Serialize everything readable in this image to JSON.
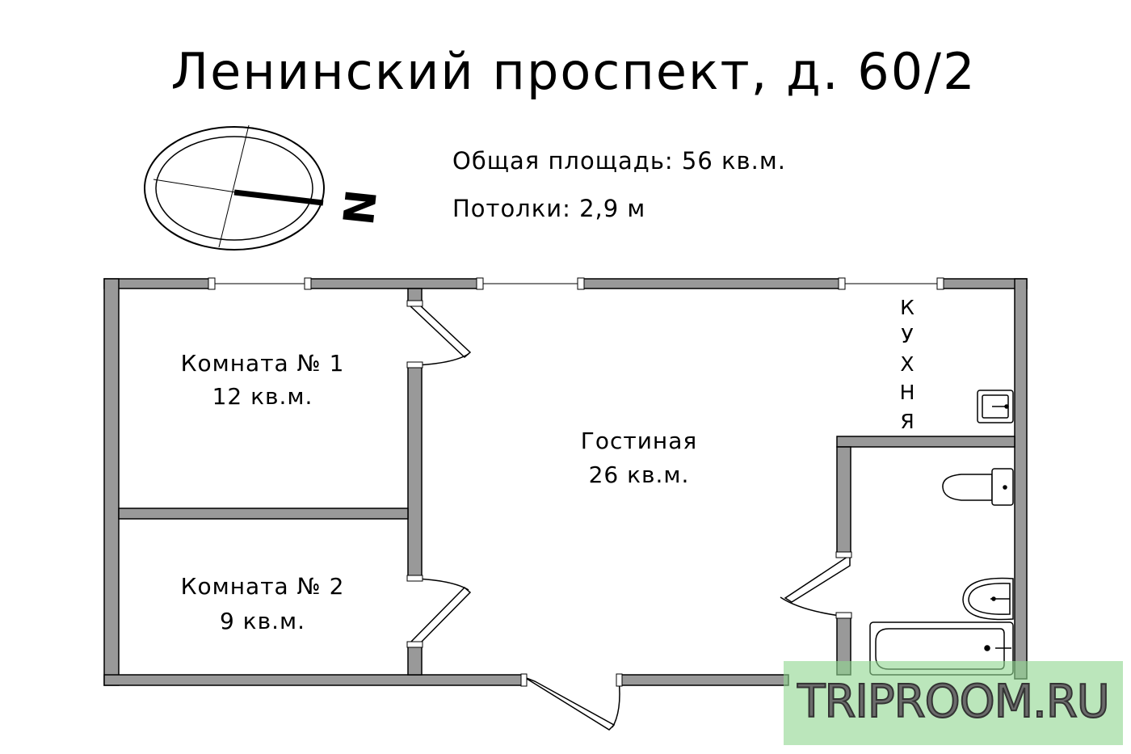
{
  "title": "Ленинский проспект, д. 60/2",
  "info": {
    "total_area": "Общая площадь: 56 кв.м.",
    "ceilings": "Потолки: 2,9 м"
  },
  "compass": {
    "north_label": "N"
  },
  "rooms": {
    "room1": {
      "name": "Комната № 1",
      "area": "12 кв.м."
    },
    "room2": {
      "name": "Комната № 2",
      "area": "9 кв.м."
    },
    "living": {
      "name": "Гостиная",
      "area": "26 кв.м."
    },
    "kitchen": {
      "name": "КУХНЯ",
      "letters": [
        "К",
        "У",
        "Х",
        "Н",
        "Я"
      ]
    }
  },
  "colors": {
    "wall": "#999999",
    "outline": "#000000",
    "watermark_bg": "#92d692"
  },
  "watermark": "TRIPROOM.RU"
}
